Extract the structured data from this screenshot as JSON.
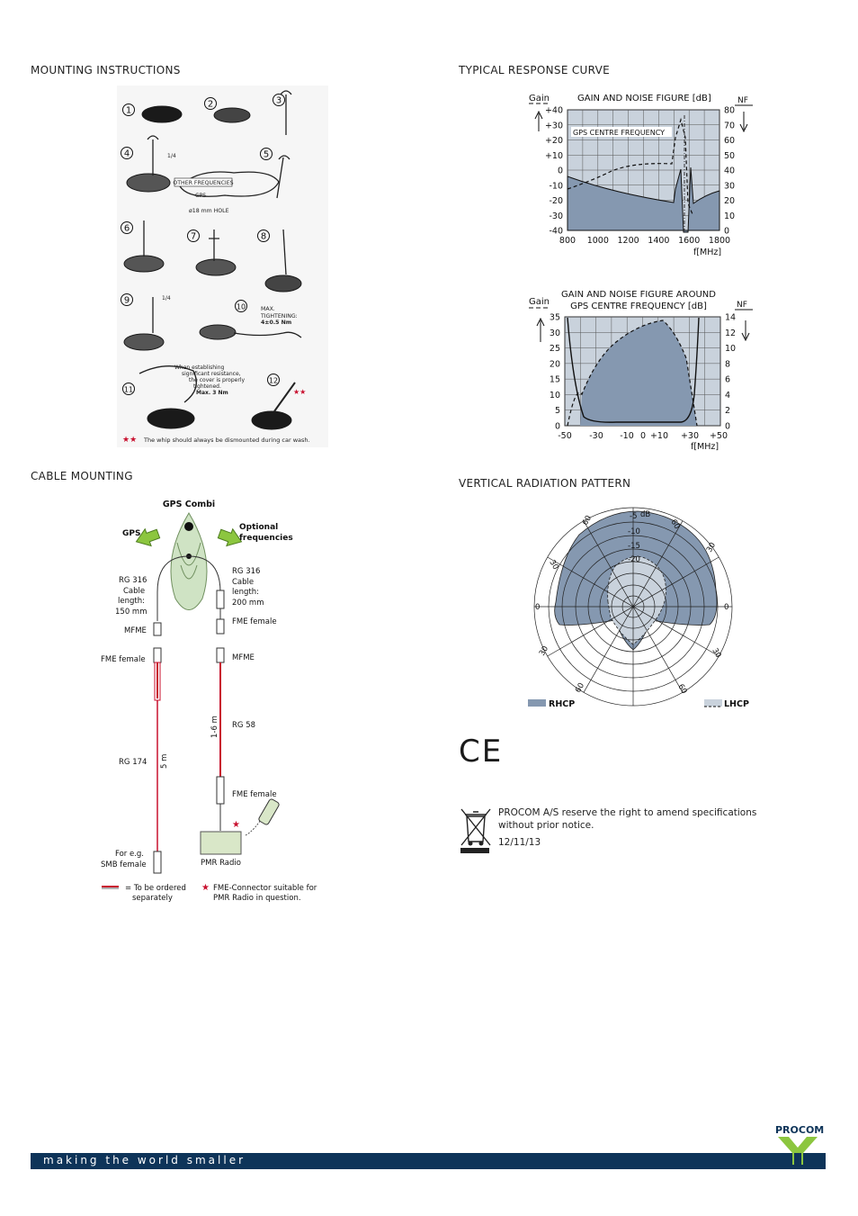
{
  "sections": {
    "mounting": "MOUNTING INSTRUCTIONS",
    "cable": "CABLE MOUNTING",
    "response": "TYPICAL RESPONSE CURVE",
    "radiation": "VERTICAL RADIATION PATTERN"
  },
  "mounting": {
    "steps": [
      "1",
      "2",
      "3",
      "4",
      "5",
      "6",
      "7",
      "8",
      "9",
      "10",
      "11",
      "12"
    ],
    "quarter_a": "1/4",
    "quarter_b": "1/4",
    "other_freq": "OTHER FREQUENCIES",
    "gps": "GPS",
    "hole": "ø18 mm HOLE",
    "tight_1": "MAX.",
    "tight_2": "TIGHTENING:",
    "tight_3": "4±0.5 Nm",
    "resist_1": "When establishing",
    "resist_2": "significant resistance,",
    "resist_3": "the cover is properly",
    "resist_4": "tightened.",
    "resist_5": "Max. 3 Nm",
    "stars": "★★",
    "wash_note": "The whip should always be dismounted during car wash."
  },
  "cable": {
    "title": "GPS Combi",
    "gps": "GPS",
    "optional_1": "Optional",
    "optional_2": "frequencies",
    "left_rg316_1": "RG 316",
    "left_rg316_2": "Cable",
    "left_rg316_3": "length:",
    "left_rg316_4": "150 mm",
    "right_rg316_1": "RG 316",
    "right_rg316_2": "Cable",
    "right_rg316_3": "length:",
    "right_rg316_4": "200 mm",
    "fme_female_top": "FME female",
    "mfme_left": "MFME",
    "fme_female_left": "FME female",
    "mfme_right": "MFME",
    "rg58": "RG 58",
    "len_rg58": "1-6 m",
    "rg174": "RG 174",
    "len_rg174": "5 m",
    "fme_female_bottom": "FME female",
    "for_eg_1": "For e.g.",
    "for_eg_2": "SMB female",
    "pmr": "PMR Radio",
    "legend_ordered_1": "= To be ordered",
    "legend_ordered_2": "separately",
    "legend_star": "★",
    "legend_fme_1": "FME-Connector suitable for",
    "legend_fme_2": "PMR Radio in question."
  },
  "response": {
    "chart1": {
      "title": "GAIN AND NOISE FIGURE [dB]",
      "gain": "Gain",
      "nf": "NF",
      "annotation": "GPS CENTRE FREQUENCY",
      "left_ticks": [
        "+40",
        "+30",
        "+20",
        "+10",
        "0",
        "-10",
        "-20",
        "-30",
        "-40"
      ],
      "right_ticks": [
        "80",
        "70",
        "60",
        "50",
        "40",
        "30",
        "20",
        "10",
        "0"
      ],
      "x_ticks": [
        "800",
        "1000",
        "1200",
        "1400",
        "1600",
        "1800"
      ],
      "xunit": "f[MHz]"
    },
    "chart2": {
      "title_1": "GAIN AND NOISE FIGURE AROUND",
      "title_2": "GPS CENTRE FREQUENCY [dB]",
      "gain": "Gain",
      "nf": "NF",
      "left_ticks": [
        "35",
        "30",
        "25",
        "20",
        "15",
        "10",
        "5",
        "0"
      ],
      "right_ticks": [
        "14",
        "12",
        "10",
        "8",
        "6",
        "4",
        "2",
        "0"
      ],
      "x_ticks": [
        "-50",
        "-30",
        "-10",
        "0",
        "+10",
        "+30",
        "+50"
      ],
      "xunit": "f[MHz]"
    }
  },
  "radiation": {
    "ring_labels": [
      "-5",
      "dB",
      "-10",
      "-15",
      "-20"
    ],
    "angle_labels": [
      "30",
      "60",
      "30",
      "60",
      "0",
      "0",
      "30",
      "60",
      "30",
      "60"
    ],
    "legend_rhcp": "RHCP",
    "legend_lhcp": "LHCP",
    "colors": {
      "rhcp": "#8598b0",
      "lhcp": "#c9d2dc"
    }
  },
  "notes": {
    "ce": "CE",
    "disclaimer_1": "PROCOM A/S reserve the right to amend specifications",
    "disclaimer_2": "without prior notice.",
    "date": "12/11/13"
  },
  "footer": {
    "slogan": "making the world smaller",
    "logo": "PROCOM"
  },
  "colors": {
    "navy": "#0e3459",
    "logo_green": "#8cc63f",
    "cable_red": "#c8102e",
    "grid_fill": "#c9d2dc",
    "curve_fill": "#8598b0"
  }
}
